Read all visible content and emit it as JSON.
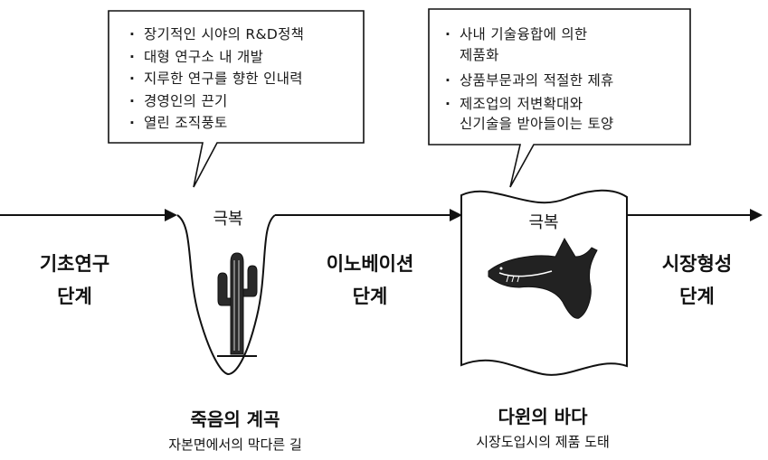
{
  "bubble_left": {
    "items": [
      "장기적인 시야의 R&D정책",
      "대형 연구소 내 개발",
      "지루한 연구를 향한 인내력",
      "경영인의 끈기",
      "열린 조직풍토"
    ]
  },
  "bubble_right": {
    "items": [
      {
        "line1": "사내 기술융합에 의한",
        "line2": "제품화"
      },
      {
        "line1": "상품부문과의 적절한 제휴",
        "line2": ""
      },
      {
        "line1": "제조업의 저변확대와",
        "line2": "신기술을 받아들이는 토양"
      }
    ]
  },
  "stages": {
    "basic_line1": "기초연구",
    "basic_line2": "단계",
    "innovation_line1": "이노베이션",
    "innovation_line2": "단계",
    "market_line1": "시장형성",
    "market_line2": "단계"
  },
  "valley": {
    "overcome": "극복",
    "title": "죽음의 계곡",
    "subtitle": "자본면에서의 막다른 길"
  },
  "sea": {
    "overcome": "극복",
    "title": "다윈의 바다",
    "subtitle": "시장도입시의 제품 도태"
  }
}
